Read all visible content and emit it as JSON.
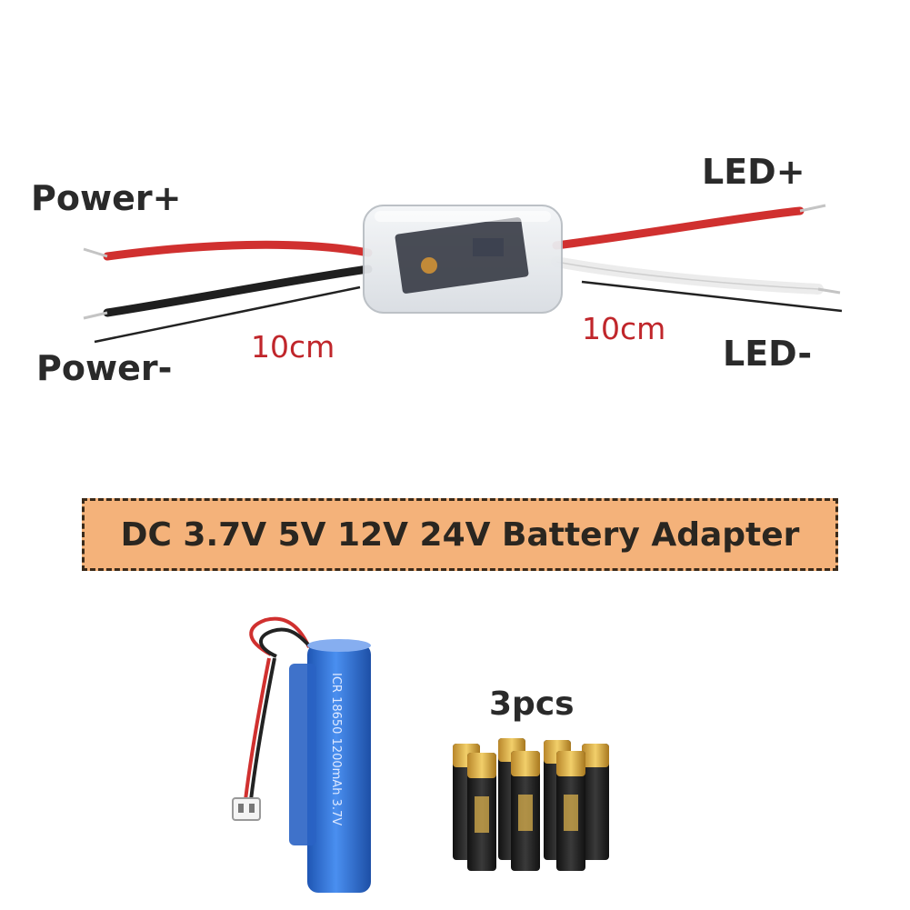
{
  "labels": {
    "power_plus": "Power+",
    "power_minus": "Power-",
    "led_plus": "LED+",
    "led_minus": "LED-",
    "length_left": "10cm",
    "length_right": "10cm"
  },
  "banner": {
    "text": "DC 3.7V 5V 12V 24V Battery Adapter"
  },
  "batteries": {
    "quantity": "3pcs",
    "cell_print": "ICR 18650 1200mAh 3.7V"
  },
  "colors": {
    "wire_red": "#d0302f",
    "wire_black": "#1f1f1f",
    "banner_fill": "#f4b27a",
    "dimension_text": "#c0262b",
    "battery_blue": "#2f6fd0"
  }
}
